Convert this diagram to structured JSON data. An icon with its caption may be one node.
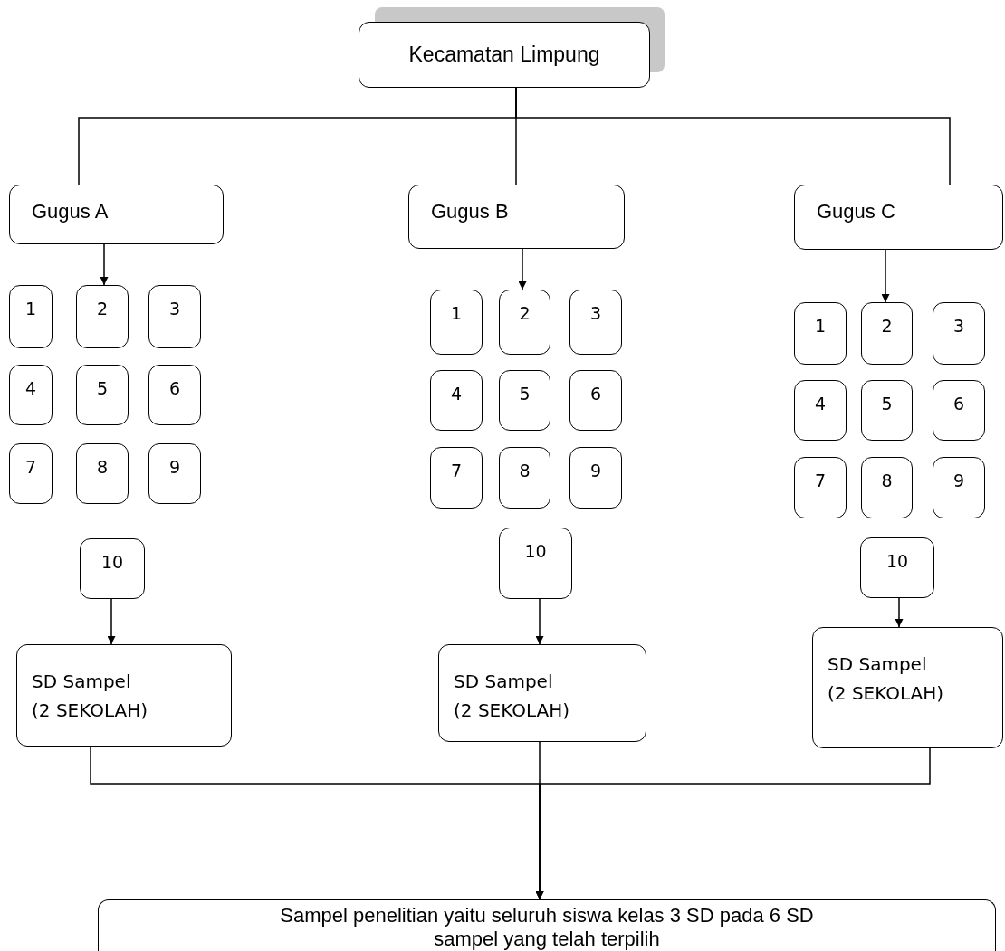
{
  "diagram": {
    "nodes": [
      {
        "text": [
          "Kecamatan Limpung"
        ]
      },
      {
        "text": [
          "Gugus A"
        ]
      },
      {
        "text": [
          "Gugus B"
        ]
      },
      {
        "text": [
          "Gugus C"
        ]
      },
      {
        "text": [
          "1"
        ]
      },
      {
        "text": [
          "2"
        ]
      },
      {
        "text": [
          "3"
        ]
      },
      {
        "text": [
          "4"
        ]
      },
      {
        "text": [
          "5"
        ]
      },
      {
        "text": [
          "6"
        ]
      },
      {
        "text": [
          "7"
        ]
      },
      {
        "text": [
          "8"
        ]
      },
      {
        "text": [
          "9"
        ]
      },
      {
        "text": [
          "10"
        ]
      },
      {
        "text": [
          "SD Sampel",
          "(2 SEKOLAH)"
        ]
      },
      {
        "text": [
          "1"
        ]
      },
      {
        "text": [
          "2"
        ]
      },
      {
        "text": [
          "3"
        ]
      },
      {
        "text": [
          "4"
        ]
      },
      {
        "text": [
          "5"
        ]
      },
      {
        "text": [
          "6"
        ]
      },
      {
        "text": [
          "7"
        ]
      },
      {
        "text": [
          "8"
        ]
      },
      {
        "text": [
          "9"
        ]
      },
      {
        "text": [
          "10"
        ]
      },
      {
        "text": [
          "SD Sampel",
          "(2 SEKOLAH)"
        ]
      },
      {
        "text": [
          "1"
        ]
      },
      {
        "text": [
          "2"
        ]
      },
      {
        "text": [
          "3"
        ]
      },
      {
        "text": [
          "4"
        ]
      },
      {
        "text": [
          "5"
        ]
      },
      {
        "text": [
          "6"
        ]
      },
      {
        "text": [
          "7"
        ]
      },
      {
        "text": [
          "8"
        ]
      },
      {
        "text": [
          "9"
        ]
      },
      {
        "text": [
          "10"
        ]
      },
      {
        "text": [
          "SD Sampel",
          "(2 SEKOLAH)"
        ]
      },
      {
        "text": [
          "Sampel penelitian yaitu seluruh siswa kelas 3 SD pada 6 SD sampel yang telah terpilih"
        ]
      }
    ],
    "edges": [
      {
        "from": 0,
        "to": 1,
        "arrow": "none"
      },
      {
        "from": 0,
        "to": 2,
        "arrow": "none"
      },
      {
        "from": 0,
        "to": 3,
        "arrow": "none"
      },
      {
        "from": 1,
        "to": 5,
        "arrow": "to"
      },
      {
        "from": 13,
        "to": 14,
        "arrow": "to"
      },
      {
        "from": 2,
        "to": 16,
        "arrow": "to"
      },
      {
        "from": 24,
        "to": 25,
        "arrow": "to"
      },
      {
        "from": 3,
        "to": 27,
        "arrow": "to"
      },
      {
        "from": 35,
        "to": 36,
        "arrow": "to"
      },
      {
        "from": 14,
        "to": 37,
        "arrow": "to"
      },
      {
        "from": 25,
        "to": 37,
        "arrow": "to"
      },
      {
        "from": 36,
        "to": 37,
        "arrow": "to"
      }
    ]
  }
}
